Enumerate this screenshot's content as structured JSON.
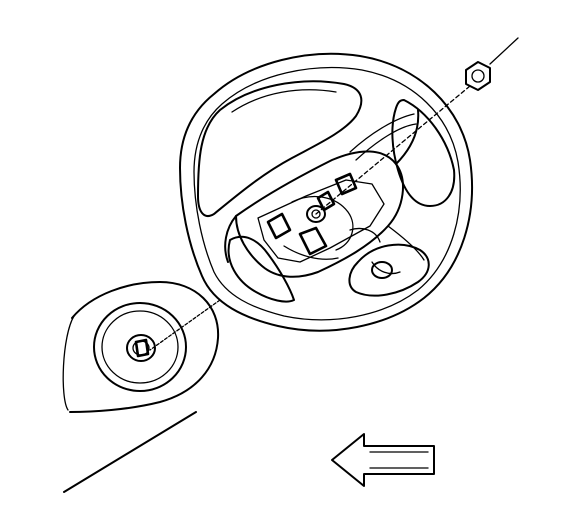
{
  "diagram": {
    "components": [
      {
        "name": "steering-wheel",
        "icon": "steering-wheel-icon"
      },
      {
        "name": "steering-column-shaft",
        "icon": "shaft-icon"
      },
      {
        "name": "retaining-nut",
        "icon": "hex-nut-icon"
      },
      {
        "name": "direction-arrow",
        "icon": "arrow-left-icon"
      }
    ],
    "colors": {
      "ink": "#000000",
      "background": "#ffffff"
    }
  }
}
